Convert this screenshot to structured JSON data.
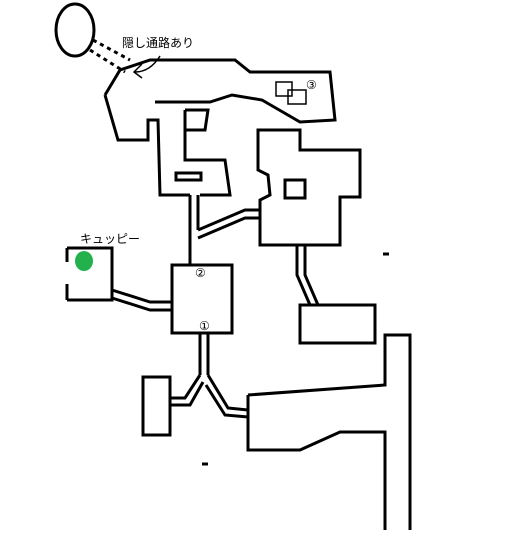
{
  "labels": {
    "hidden_passage": "隠し通路あり",
    "kewpie": "キュッピー",
    "marker_1": "①",
    "marker_2": "②",
    "marker_3": "③"
  },
  "colors": {
    "wall": "#000000",
    "kewpie_marker": "#22b14c",
    "background": "#ffffff"
  }
}
